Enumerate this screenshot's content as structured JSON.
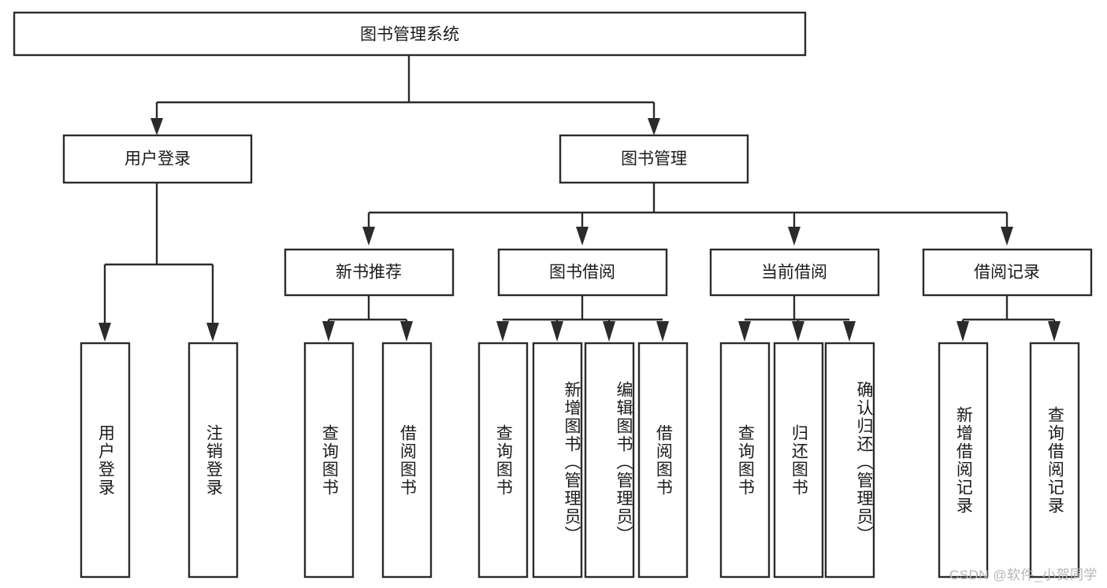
{
  "diagram": {
    "title": "图书管理系统",
    "type": "tree-hierarchy-chart",
    "colors": {
      "background": "#ffffff",
      "box_fill": "#ffffff",
      "box_stroke": "#2b2b2b",
      "text": "#1a1a1a",
      "watermark": "#b5b5b5"
    },
    "root": {
      "label": "图书管理系统"
    },
    "level2": [
      {
        "label": "用户登录"
      },
      {
        "label": "图书管理"
      }
    ],
    "level3": [
      {
        "label": "新书推荐"
      },
      {
        "label": "图书借阅"
      },
      {
        "label": "当前借阅"
      },
      {
        "label": "借阅记录"
      }
    ],
    "leaves": {
      "user_login": [
        {
          "label": "用户登录"
        },
        {
          "label": "注销登录"
        }
      ],
      "new_book_recommend": [
        {
          "label": "查询图书"
        },
        {
          "label": "借阅图书"
        }
      ],
      "book_borrow": [
        {
          "label": "查询图书"
        },
        {
          "label": "新增图书（管理员）"
        },
        {
          "label": "编辑图书（管理员）"
        },
        {
          "label": "借阅图书"
        }
      ],
      "current_borrow": [
        {
          "label": "查询图书"
        },
        {
          "label": "归还图书"
        },
        {
          "label": "确认归还（管理员）"
        }
      ],
      "borrow_record": [
        {
          "label": "新增借阅记录"
        },
        {
          "label": "查询借阅记录"
        }
      ]
    }
  },
  "watermark": {
    "text": "CSDN @软件_小贺同学"
  }
}
